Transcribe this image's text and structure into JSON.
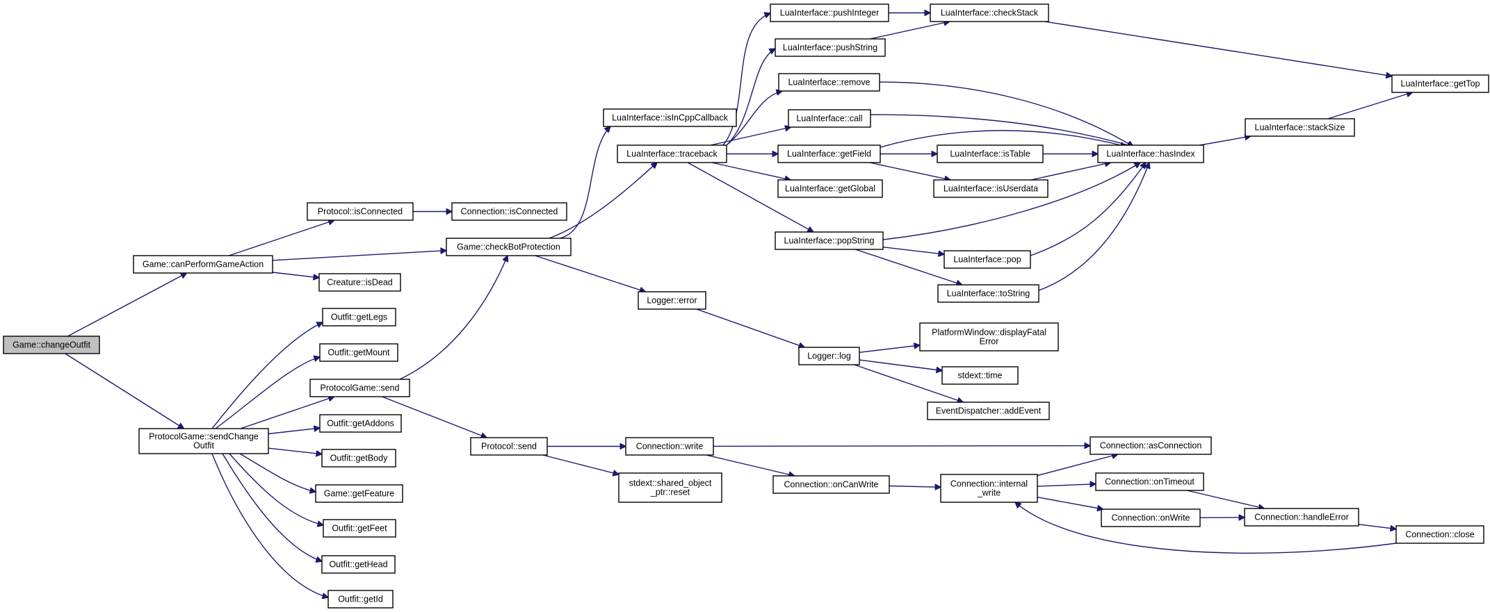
{
  "graph": {
    "root": "change-outfit",
    "colors": {
      "edge": "#191970",
      "root_fill": "#bfbfbf",
      "node_fill": "#ffffff",
      "node_border": "#000000"
    },
    "nodes": [
      {
        "id": "change-outfit",
        "lines": [
          "Game::changeOutfit"
        ],
        "root": true
      },
      {
        "id": "can-perform",
        "lines": [
          "Game::canPerformGameAction"
        ]
      },
      {
        "id": "proto-isconn",
        "lines": [
          "Protocol::isConnected"
        ]
      },
      {
        "id": "conn-isconn",
        "lines": [
          "Connection::isConnected"
        ]
      },
      {
        "id": "check-bot",
        "lines": [
          "Game::checkBotProtection"
        ]
      },
      {
        "id": "creature-isdead",
        "lines": [
          "Creature::isDead"
        ]
      },
      {
        "id": "send-change-outfit",
        "lines": [
          "ProtocolGame::sendChange",
          "Outfit"
        ]
      },
      {
        "id": "outfit-getlegs",
        "lines": [
          "Outfit::getLegs"
        ]
      },
      {
        "id": "outfit-getmount",
        "lines": [
          "Outfit::getMount"
        ]
      },
      {
        "id": "protogame-send",
        "lines": [
          "ProtocolGame::send"
        ]
      },
      {
        "id": "outfit-getaddons",
        "lines": [
          "Outfit::getAddons"
        ]
      },
      {
        "id": "outfit-getbody",
        "lines": [
          "Outfit::getBody"
        ]
      },
      {
        "id": "game-getfeature",
        "lines": [
          "Game::getFeature"
        ]
      },
      {
        "id": "outfit-getfeet",
        "lines": [
          "Outfit::getFeet"
        ]
      },
      {
        "id": "outfit-gethead",
        "lines": [
          "Outfit::getHead"
        ]
      },
      {
        "id": "outfit-getid",
        "lines": [
          "Outfit::getId"
        ]
      },
      {
        "id": "lua-isincpp",
        "lines": [
          "LuaInterface::isInCppCallback"
        ]
      },
      {
        "id": "lua-traceback",
        "lines": [
          "LuaInterface::traceback"
        ]
      },
      {
        "id": "logger-error",
        "lines": [
          "Logger::error"
        ]
      },
      {
        "id": "protocol-send",
        "lines": [
          "Protocol::send"
        ]
      },
      {
        "id": "conn-write",
        "lines": [
          "Connection::write"
        ]
      },
      {
        "id": "shared-reset",
        "lines": [
          "stdext::shared_object",
          "_ptr::reset"
        ]
      },
      {
        "id": "lua-pushinteger",
        "lines": [
          "LuaInterface::pushInteger"
        ]
      },
      {
        "id": "lua-pushstring",
        "lines": [
          "LuaInterface::pushString"
        ]
      },
      {
        "id": "lua-remove",
        "lines": [
          "LuaInterface::remove"
        ]
      },
      {
        "id": "lua-call",
        "lines": [
          "LuaInterface::call"
        ]
      },
      {
        "id": "lua-getfield",
        "lines": [
          "LuaInterface::getField"
        ]
      },
      {
        "id": "lua-getglobal",
        "lines": [
          "LuaInterface::getGlobal"
        ]
      },
      {
        "id": "lua-popstring",
        "lines": [
          "LuaInterface::popString"
        ]
      },
      {
        "id": "logger-log",
        "lines": [
          "Logger::log"
        ]
      },
      {
        "id": "conn-oncanwrite",
        "lines": [
          "Connection::onCanWrite"
        ]
      },
      {
        "id": "lua-checkstack",
        "lines": [
          "LuaInterface::checkStack"
        ]
      },
      {
        "id": "lua-istable",
        "lines": [
          "LuaInterface::isTable"
        ]
      },
      {
        "id": "lua-isuserdata",
        "lines": [
          "LuaInterface::isUserdata"
        ]
      },
      {
        "id": "lua-pop",
        "lines": [
          "LuaInterface::pop"
        ]
      },
      {
        "id": "lua-tostring",
        "lines": [
          "LuaInterface::toString"
        ]
      },
      {
        "id": "platform-display",
        "lines": [
          "PlatformWindow::displayFatal",
          "Error"
        ]
      },
      {
        "id": "stdext-time",
        "lines": [
          "stdext::time"
        ]
      },
      {
        "id": "event-addevent",
        "lines": [
          "EventDispatcher::addEvent"
        ]
      },
      {
        "id": "conn-internalwrite",
        "lines": [
          "Connection::internal",
          "_write"
        ]
      },
      {
        "id": "lua-hasindex",
        "lines": [
          "LuaInterface::hasIndex"
        ]
      },
      {
        "id": "conn-asconn",
        "lines": [
          "Connection::asConnection"
        ]
      },
      {
        "id": "conn-ontimeout",
        "lines": [
          "Connection::onTimeout"
        ]
      },
      {
        "id": "conn-onwrite",
        "lines": [
          "Connection::onWrite"
        ]
      },
      {
        "id": "conn-handleerror",
        "lines": [
          "Connection::handleError"
        ]
      },
      {
        "id": "lua-stacksize",
        "lines": [
          "LuaInterface::stackSize"
        ]
      },
      {
        "id": "lua-gettop",
        "lines": [
          "LuaInterface::getTop"
        ]
      },
      {
        "id": "conn-close",
        "lines": [
          "Connection::close"
        ]
      }
    ],
    "edges": [
      {
        "from": "change-outfit",
        "to": "can-perform"
      },
      {
        "from": "change-outfit",
        "to": "send-change-outfit"
      },
      {
        "from": "can-perform",
        "to": "proto-isconn"
      },
      {
        "from": "can-perform",
        "to": "check-bot"
      },
      {
        "from": "can-perform",
        "to": "creature-isdead"
      },
      {
        "from": "proto-isconn",
        "to": "conn-isconn"
      },
      {
        "from": "send-change-outfit",
        "to": "outfit-getlegs"
      },
      {
        "from": "send-change-outfit",
        "to": "outfit-getmount"
      },
      {
        "from": "send-change-outfit",
        "to": "protogame-send"
      },
      {
        "from": "send-change-outfit",
        "to": "outfit-getaddons"
      },
      {
        "from": "send-change-outfit",
        "to": "outfit-getbody"
      },
      {
        "from": "send-change-outfit",
        "to": "game-getfeature"
      },
      {
        "from": "send-change-outfit",
        "to": "outfit-getfeet"
      },
      {
        "from": "send-change-outfit",
        "to": "outfit-gethead"
      },
      {
        "from": "send-change-outfit",
        "to": "outfit-getid"
      },
      {
        "from": "protogame-send",
        "to": "check-bot"
      },
      {
        "from": "protogame-send",
        "to": "protocol-send"
      },
      {
        "from": "check-bot",
        "to": "lua-isincpp"
      },
      {
        "from": "check-bot",
        "to": "lua-traceback"
      },
      {
        "from": "check-bot",
        "to": "logger-error"
      },
      {
        "from": "protocol-send",
        "to": "conn-write"
      },
      {
        "from": "protocol-send",
        "to": "shared-reset"
      },
      {
        "from": "lua-traceback",
        "to": "lua-pushinteger"
      },
      {
        "from": "lua-traceback",
        "to": "lua-pushstring"
      },
      {
        "from": "lua-traceback",
        "to": "lua-remove"
      },
      {
        "from": "lua-traceback",
        "to": "lua-call"
      },
      {
        "from": "lua-traceback",
        "to": "lua-getfield"
      },
      {
        "from": "lua-traceback",
        "to": "lua-getglobal"
      },
      {
        "from": "lua-traceback",
        "to": "lua-popstring"
      },
      {
        "from": "logger-error",
        "to": "logger-log"
      },
      {
        "from": "conn-write",
        "to": "conn-asconn"
      },
      {
        "from": "conn-write",
        "to": "conn-oncanwrite"
      },
      {
        "from": "lua-pushinteger",
        "to": "lua-checkstack"
      },
      {
        "from": "lua-pushstring",
        "to": "lua-checkstack"
      },
      {
        "from": "lua-remove",
        "to": "lua-hasindex"
      },
      {
        "from": "lua-call",
        "to": "lua-hasindex"
      },
      {
        "from": "lua-getfield",
        "to": "lua-istable"
      },
      {
        "from": "lua-getfield",
        "to": "lua-hasindex"
      },
      {
        "from": "lua-getfield",
        "to": "lua-isuserdata"
      },
      {
        "from": "lua-popstring",
        "to": "lua-hasindex"
      },
      {
        "from": "lua-popstring",
        "to": "lua-pop"
      },
      {
        "from": "lua-popstring",
        "to": "lua-tostring"
      },
      {
        "from": "logger-log",
        "to": "platform-display"
      },
      {
        "from": "logger-log",
        "to": "stdext-time"
      },
      {
        "from": "logger-log",
        "to": "event-addevent"
      },
      {
        "from": "conn-oncanwrite",
        "to": "conn-internalwrite"
      },
      {
        "from": "lua-checkstack",
        "to": "lua-gettop"
      },
      {
        "from": "lua-istable",
        "to": "lua-hasindex"
      },
      {
        "from": "lua-isuserdata",
        "to": "lua-hasindex"
      },
      {
        "from": "lua-pop",
        "to": "lua-hasindex"
      },
      {
        "from": "lua-tostring",
        "to": "lua-hasindex"
      },
      {
        "from": "conn-internalwrite",
        "to": "conn-asconn"
      },
      {
        "from": "conn-internalwrite",
        "to": "conn-ontimeout"
      },
      {
        "from": "conn-internalwrite",
        "to": "conn-onwrite"
      },
      {
        "from": "lua-hasindex",
        "to": "lua-stacksize"
      },
      {
        "from": "lua-stacksize",
        "to": "lua-gettop"
      },
      {
        "from": "conn-ontimeout",
        "to": "conn-handleerror"
      },
      {
        "from": "conn-onwrite",
        "to": "conn-handleerror"
      },
      {
        "from": "conn-handleerror",
        "to": "conn-close"
      },
      {
        "from": "conn-close",
        "to": "conn-internalwrite"
      }
    ]
  }
}
